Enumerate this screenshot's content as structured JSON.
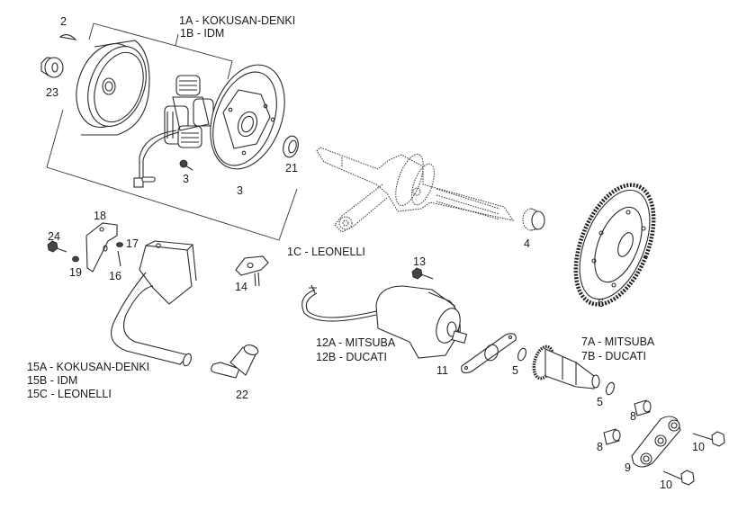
{
  "diagram": {
    "type": "exploded-parts-diagram",
    "group_labels": {
      "flywheel_1A": "1A - KOKUSAN-DENKI",
      "flywheel_1B": "1B - IDM",
      "flywheel_1C": "1C - LEONELLI",
      "coil_15A": "15A - KOKUSAN-DENKI",
      "coil_15B": "15B - IDM",
      "coil_15C": "15C - LEONELLI",
      "starter_12A": "12A - MITSUBA",
      "starter_12B": "12B - DUCATI",
      "bendix_7A": "7A - MITSUBA",
      "bendix_7B": "7B - DUCATI"
    },
    "part_numbers": {
      "key": "2",
      "nut": "23",
      "screw_stator": "3",
      "stator_plate": "3",
      "oil_seal": "21",
      "bearing_cage": "4",
      "starter_gear": "6",
      "bracket": "18",
      "bolt_bracket": "24",
      "washer_19": "19",
      "washer_17": "17",
      "screw_16": "16",
      "cable_clip": "14",
      "spark_cap": "22",
      "starter_bolt": "13",
      "gasket": "11",
      "ring_a": "5",
      "ring_b": "5",
      "bush_a": "8",
      "bush_b": "8",
      "support": "9",
      "bolt_a": "10",
      "bolt_b": "10"
    }
  }
}
